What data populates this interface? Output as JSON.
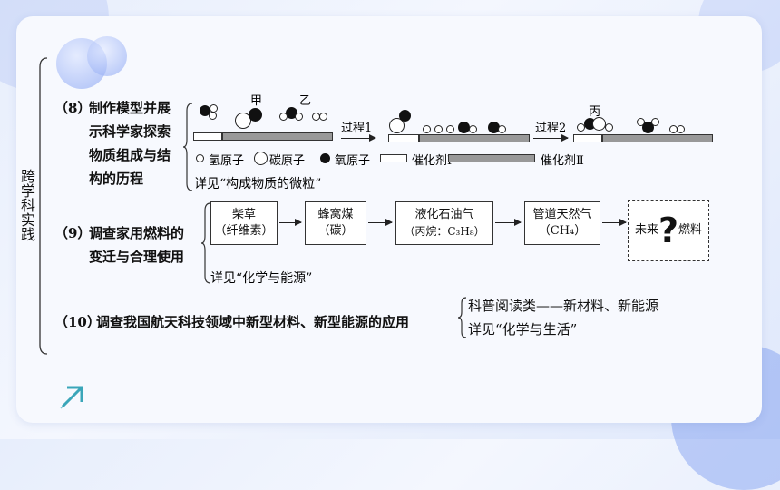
{
  "side_label": "跨学科实践",
  "item8": {
    "number": "（8）",
    "lines": [
      "制作模型并展",
      "示科学家探索",
      "物质组成与结",
      "构的历程"
    ],
    "label_jia": "甲",
    "label_yi": "乙",
    "label_bing": "丙",
    "process1": "过程1",
    "process2": "过程2",
    "legend": {
      "h": "氢原子",
      "c": "碳原子",
      "o": "氧原子",
      "cat1": "催化剂Ⅰ",
      "cat2": "催化剂Ⅱ"
    },
    "see": "详见“构成物质的微粒”"
  },
  "item9": {
    "number": "（9）",
    "lines": [
      "调查家用燃料的",
      "变迁与合理使用"
    ],
    "fuels": [
      {
        "name": "柴草",
        "sub": "（纤维素）"
      },
      {
        "name": "蜂窝煤",
        "sub": "（碳）"
      },
      {
        "name": "液化石油气",
        "sub": "（丙烷：C₃H₈）"
      },
      {
        "name": "管道天然气",
        "sub": "（CH₄）"
      }
    ],
    "future_left": "未来",
    "future_mark": "?",
    "future_right": "燃料",
    "see": "详见“化学与能源”"
  },
  "item10": {
    "number": "（10）",
    "text": "调查我国航天科技领域中新型材料、新型能源的应用",
    "branch1": "科普阅读类——新材料、新能源",
    "branch2": "详见“化学与生活”"
  },
  "colors": {
    "accent": "#4a73e8",
    "arrow_icon": "#3aa6b9"
  }
}
